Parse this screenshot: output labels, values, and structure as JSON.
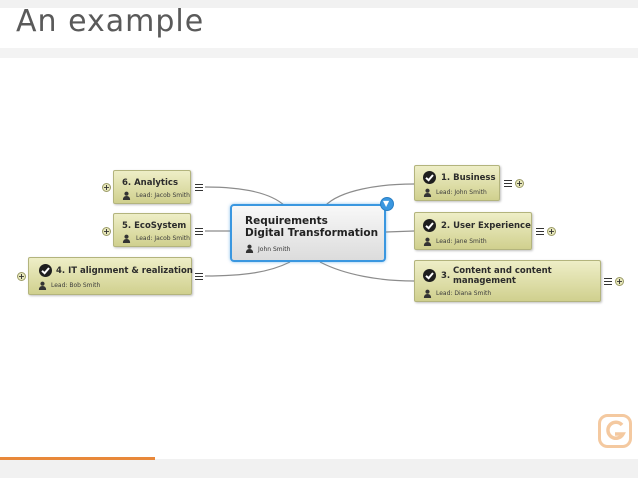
{
  "slide": {
    "title": "An example"
  },
  "central": {
    "title_line1": "Requirements",
    "title_line2": "Digital Transformation",
    "owner": "John Smith"
  },
  "nodes": [
    {
      "title": "1. Business",
      "lead": "Lead: John Smith",
      "checked": true
    },
    {
      "title": "2. User Experience",
      "lead": "Lead: Jane Smith",
      "checked": true
    },
    {
      "title_number": "3.",
      "title_line1": "Content and content",
      "title_line2": "management",
      "lead": "Lead: Diana Smith",
      "checked": true
    },
    {
      "title": "4. IT alignment & realization",
      "lead": "Lead: Bob Smith",
      "checked": true
    },
    {
      "title": "5. EcoSystem",
      "lead": "Lead: Jacob Smith",
      "checked": false
    },
    {
      "title": "6. Analytics",
      "lead": "Lead: Jacob Smith",
      "checked": false
    }
  ],
  "icons": {
    "person": "person-icon",
    "check": "checkmark-icon",
    "expand": "plus-icon",
    "notes": "notes-icon",
    "collapse": "collapse-arrow-icon",
    "logo": "g-logo"
  },
  "colors": {
    "node_fill_top": "#eeeec7",
    "node_fill_bottom": "#d0d08e",
    "central_border": "#3a97e0",
    "accent": "#e8883a"
  }
}
